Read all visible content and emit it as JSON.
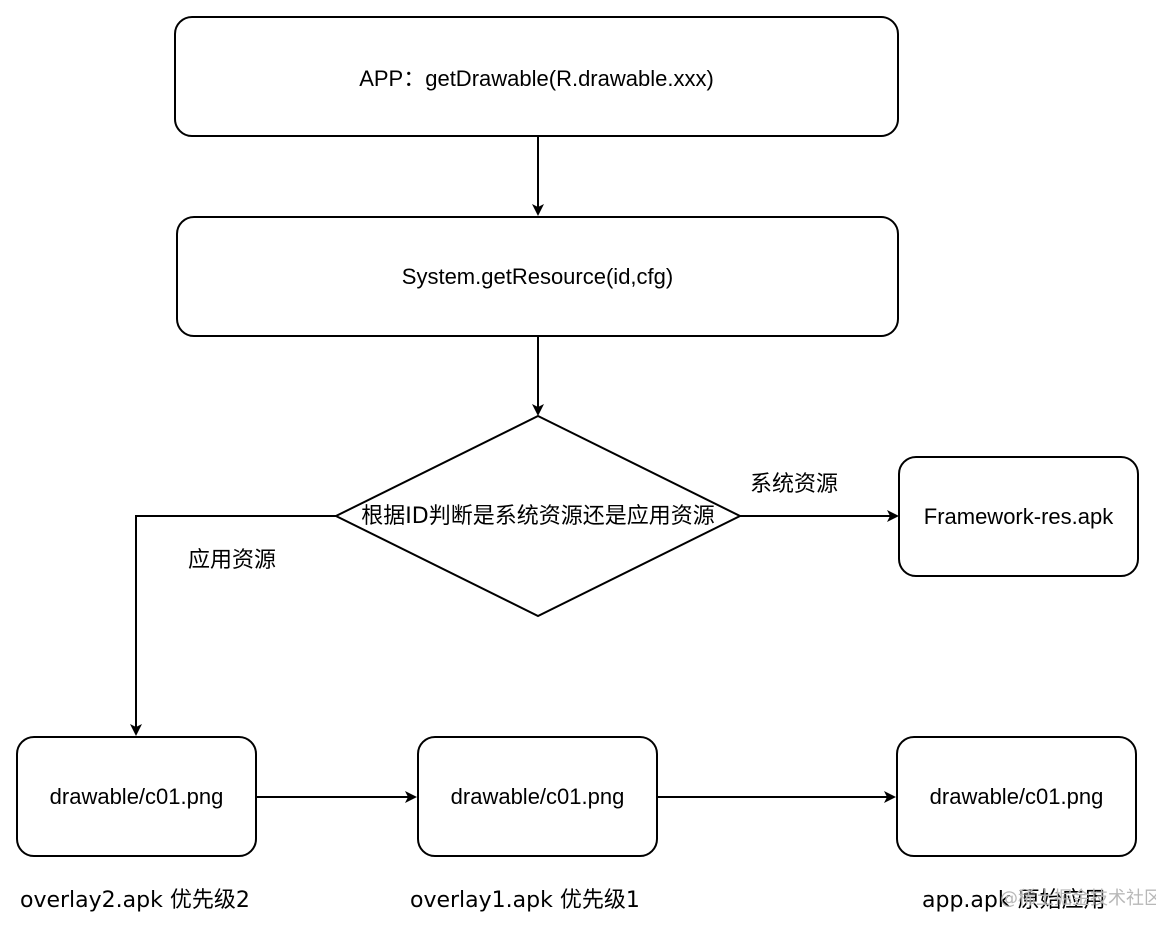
{
  "nodes": {
    "app": "APP：getDrawable(R.drawable.xxx)",
    "system": "System.getResource(id,cfg)",
    "decision": "根据ID判断是系统资源还是应用资源",
    "framework": "Framework-res.apk",
    "overlay2_box": "drawable/c01.png",
    "overlay1_box": "drawable/c01.png",
    "app_box": "drawable/c01.png"
  },
  "edge_labels": {
    "system_resource": "系统资源",
    "app_resource": "应用资源"
  },
  "captions": {
    "overlay2": "overlay2.apk 优先级2",
    "overlay1": "overlay1.apk 优先级1",
    "app": "app.apk 原始应用"
  },
  "watermark": "@稀土掘金技术社区",
  "colors": {
    "stroke": "#000000",
    "fill": "#ffffff"
  }
}
